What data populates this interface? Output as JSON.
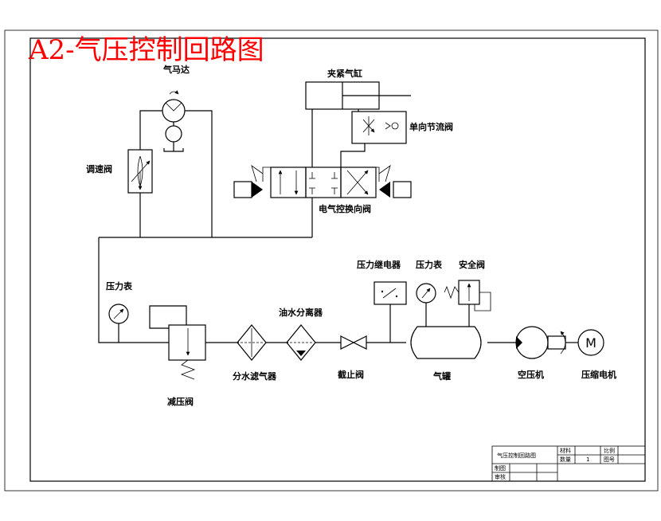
{
  "title": "A2-气压控制回路图",
  "labels": {
    "air_motor": "气马达",
    "clamp_cylinder": "夹紧气缸",
    "one_way_throttle": "单向节流阀",
    "speed_valve": "调速阀",
    "solenoid_valve": "电气控换向阀",
    "pressure_gauge_left": "压力表",
    "pressure_relay": "压力继电器",
    "pressure_gauge_right": "压力表",
    "safety_valve": "安全阀",
    "oil_separator": "油水分离器",
    "water_filter": "分水滤气器",
    "stop_valve": "截止阀",
    "tank": "气罐",
    "compressor": "空压机",
    "motor": "压缩电机",
    "reducing_valve": "减压阀",
    "motor_letter": "M"
  },
  "title_block": {
    "drawing_name": "气压控制回路图",
    "material_label": "材料",
    "scale_label": "比例",
    "quantity_label": "数量",
    "quantity_value": "1",
    "drawing_no_label": "图号",
    "drawn_label": "制图",
    "checked_label": "审核"
  },
  "colors": {
    "title": "#ff0000",
    "lines": "#000000"
  }
}
